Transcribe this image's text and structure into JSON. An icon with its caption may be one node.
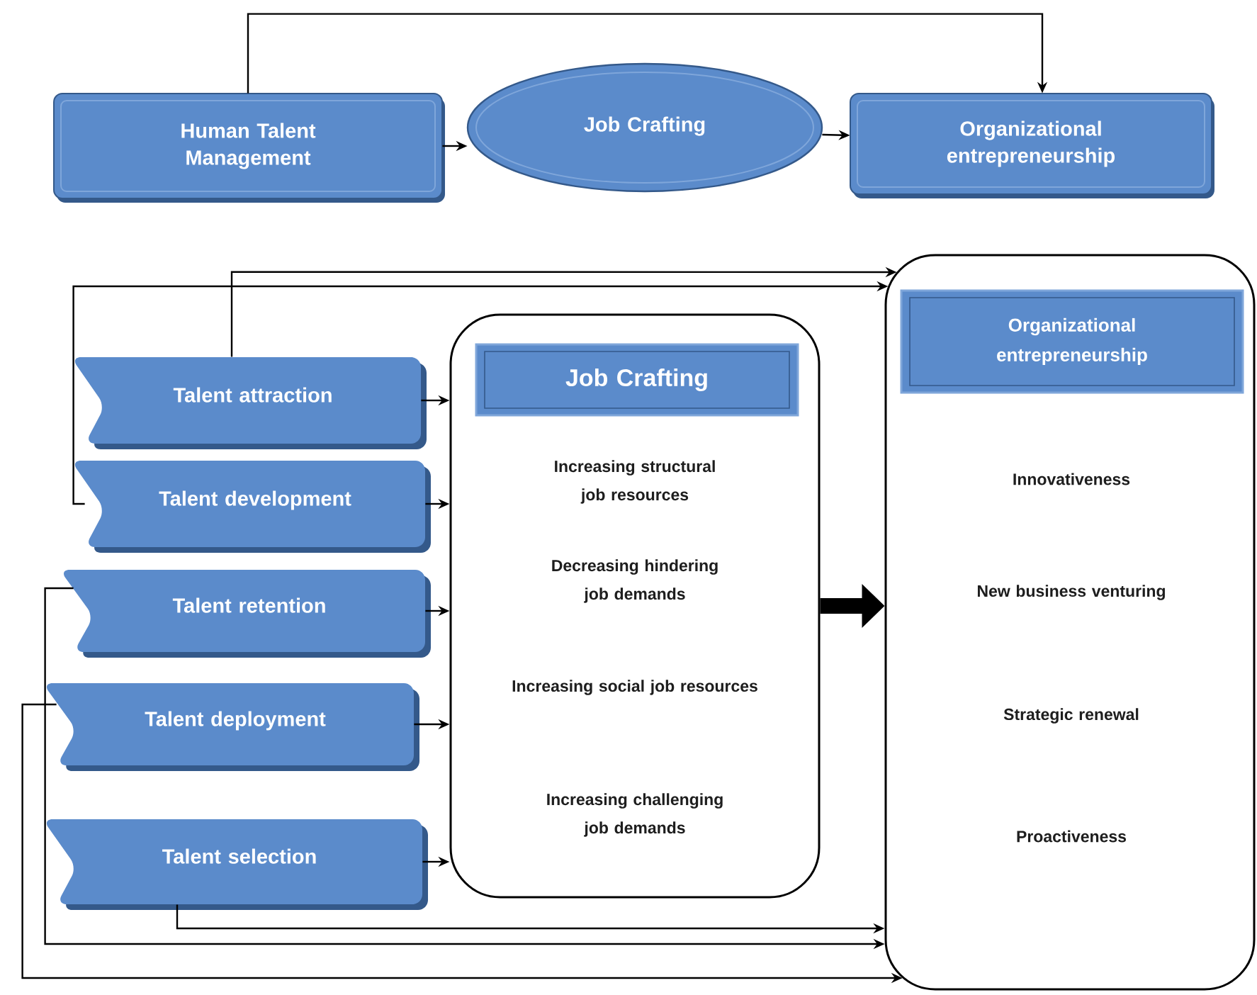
{
  "diagram": {
    "nodes": [
      {
        "text": [
          "Human Talent Management"
        ]
      },
      {
        "text": [
          "Job Crafting"
        ]
      },
      {
        "text": [
          "Organizational entrepreneurship"
        ]
      },
      {
        "text": [
          "Talent attraction"
        ]
      },
      {
        "text": [
          "Talent development"
        ]
      },
      {
        "text": [
          "Talent retention"
        ]
      },
      {
        "text": [
          "Talent deployment"
        ]
      },
      {
        "text": [
          "Talent selection"
        ]
      },
      {
        "text": [
          "Increasing structural job resources",
          "Decreasing hindering job demands",
          "Increasing social job resources",
          "Increasing challenging job demands"
        ]
      },
      {
        "text": [
          "Job Crafting"
        ],
        "in": 8
      },
      {
        "text": [
          "Innovativeness",
          "New business venturing",
          "Strategic renewal",
          "Proactiveness"
        ]
      },
      {
        "text": [
          "Organizational entrepreneurship"
        ],
        "in": 10
      }
    ],
    "edges": [
      {
        "from": 0,
        "to": 1,
        "arrow": "to"
      },
      {
        "from": 1,
        "to": 2,
        "arrow": "to"
      },
      {
        "from": 0,
        "to": 2,
        "arrow": "to"
      },
      {
        "from": 3,
        "to": 8,
        "arrow": "to"
      },
      {
        "from": 4,
        "to": 8,
        "arrow": "to"
      },
      {
        "from": 5,
        "to": 8,
        "arrow": "to"
      },
      {
        "from": 6,
        "to": 8,
        "arrow": "to"
      },
      {
        "from": 7,
        "to": 8,
        "arrow": "to"
      },
      {
        "from": 8,
        "to": 10,
        "arrow": "to",
        "style": "thick"
      },
      {
        "from": 3,
        "to": 10,
        "arrow": "to"
      },
      {
        "from": 4,
        "to": 10,
        "arrow": "to"
      },
      {
        "from": 5,
        "to": 10,
        "arrow": "to"
      },
      {
        "from": 6,
        "to": 10,
        "arrow": "to"
      },
      {
        "from": 7,
        "to": 10,
        "arrow": "to"
      }
    ]
  }
}
